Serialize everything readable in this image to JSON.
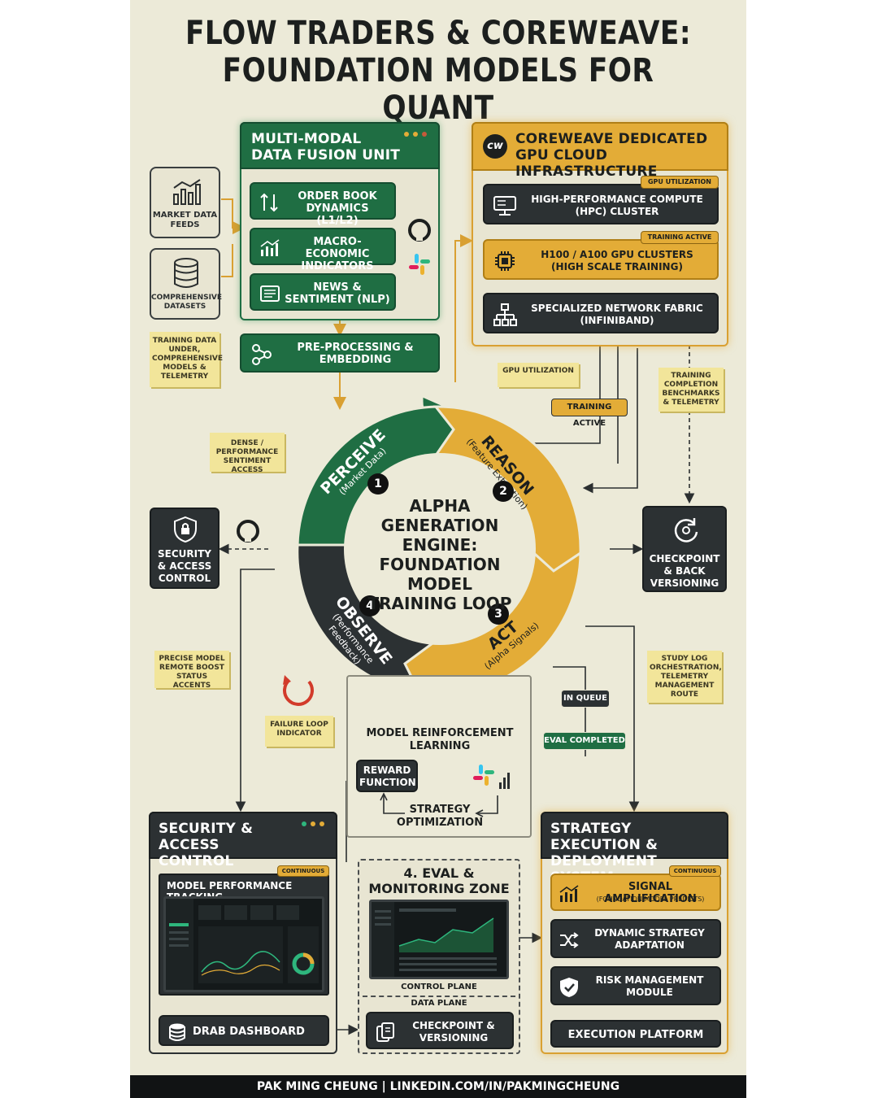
{
  "title": {
    "line1": "FLOW TRADERS & COREWEAVE:",
    "line2": "FOUNDATION MODELS FOR QUANT"
  },
  "sources": {
    "market": "MARKET DATA FEEDS",
    "datasets": "COMPREHENSIVE DATASETS"
  },
  "notes": {
    "training_data": "TRAINING DATA UNDER, COMPREHENSIVE MODELS & TELEMETRY",
    "dense": "DENSE / PERFORMANCE SENTIMENT ACCESS",
    "gpu_util": "GPU UTILIZATION",
    "telemetry": "TRAINING COMPLETION BENCHMARKS & TELEMETRY",
    "precise": "PRECISE MODEL REMOTE BOOST STATUS ACCENTS",
    "failure": "FAILURE LOOP INDICATOR",
    "study": "STUDY LOG ORCHESTRATION, TELEMETRY MANAGEMENT ROUTE"
  },
  "fusion": {
    "header": "MULTI-MODAL DATA FUSION UNIT",
    "items": [
      {
        "icon": "order-book-icon",
        "label": "ORDER BOOK DYNAMICS (L1/L2)"
      },
      {
        "icon": "chart-bars-icon",
        "label": "MACRO-ECONOMIC INDICATORS"
      },
      {
        "icon": "news-icon",
        "label": "NEWS & SENTIMENT (NLP)"
      }
    ],
    "preprocess": "PRE-PROCESSING & EMBEDDING"
  },
  "coreweave": {
    "header": "COREWEAVE DEDICATED GPU CLOUD INFRASTRUCTURE",
    "logo": "cw",
    "items": [
      {
        "badge": "GPU UTILIZATION",
        "label": "HIGH-PERFORMANCE COMPUTE (HPC) CLUSTER"
      },
      {
        "badge": "TRAINING ACTIVE",
        "label": "H100 / A100 GPU CLUSTERS (HIGH SCALE TRAINING)"
      },
      {
        "badge": "",
        "label": "SPECIALIZED NETWORK FABRIC (INFINIBAND)"
      }
    ]
  },
  "status": {
    "training_active": "TRAINING ACTIVE",
    "in_queue": "IN QUEUE",
    "eval_completed": "EVAL COMPLETED"
  },
  "loop": {
    "center": [
      "ALPHA",
      "GENERATION",
      "ENGINE:",
      "FOUNDATION MODEL",
      "TRAINING LOOP"
    ],
    "stages": [
      {
        "num": "1",
        "name": "PERCEIVE",
        "sub": "(Market Data)"
      },
      {
        "num": "2",
        "name": "REASON",
        "sub": "(Feature Extraction)"
      },
      {
        "num": "3",
        "name": "ACT",
        "sub": "(Alpha Signals)"
      },
      {
        "num": "4",
        "name": "OBSERVE",
        "sub": "(Performance Feedback)"
      }
    ]
  },
  "side": {
    "security_small": "SECURITY & ACCESS CONTROL",
    "checkpoint_small": "CHECKPOINT & BACK VERSIONING"
  },
  "rl": {
    "title": "MODEL REINFORCEMENT LEARNING",
    "reward": "REWARD FUNCTION",
    "strategy": "STRATEGY OPTIMIZATION"
  },
  "security_panel": {
    "header": "SECURITY & ACCESS CONTROL",
    "badge": "CONTINUOUS",
    "subheader": "MODEL PERFORMANCE TRACKING",
    "dashboard": "DRAB DASHBOARD"
  },
  "eval": {
    "header": "4. EVAL & MONITORING ZONE",
    "control": "CONTROL PLANE",
    "data": "DATA PLANE",
    "checkpoint": "CHECKPOINT & VERSIONING"
  },
  "strategy": {
    "header": "STRATEGY EXECUTION & DEPLOYMENT SYSTEM",
    "badge": "CONTINUOUS",
    "items": [
      {
        "label": "SIGNAL AMPLIFICATION",
        "sub": "(FOUNDATION MODEL PREDICTS)"
      },
      {
        "label": "DYNAMIC STRATEGY ADAPTATION",
        "sub": ""
      },
      {
        "label": "RISK MANAGEMENT MODULE",
        "sub": ""
      }
    ],
    "platform": "EXECUTION PLATFORM"
  },
  "footer": "PAK MING CHEUNG  |  LINKEDIN.COM/IN/PAKMINGCHEUNG",
  "colors": {
    "green": "#1f6e43",
    "gold": "#e3ac37",
    "dark": "#2c3133",
    "paper": "#ecead8",
    "note": "#f2e59a"
  }
}
